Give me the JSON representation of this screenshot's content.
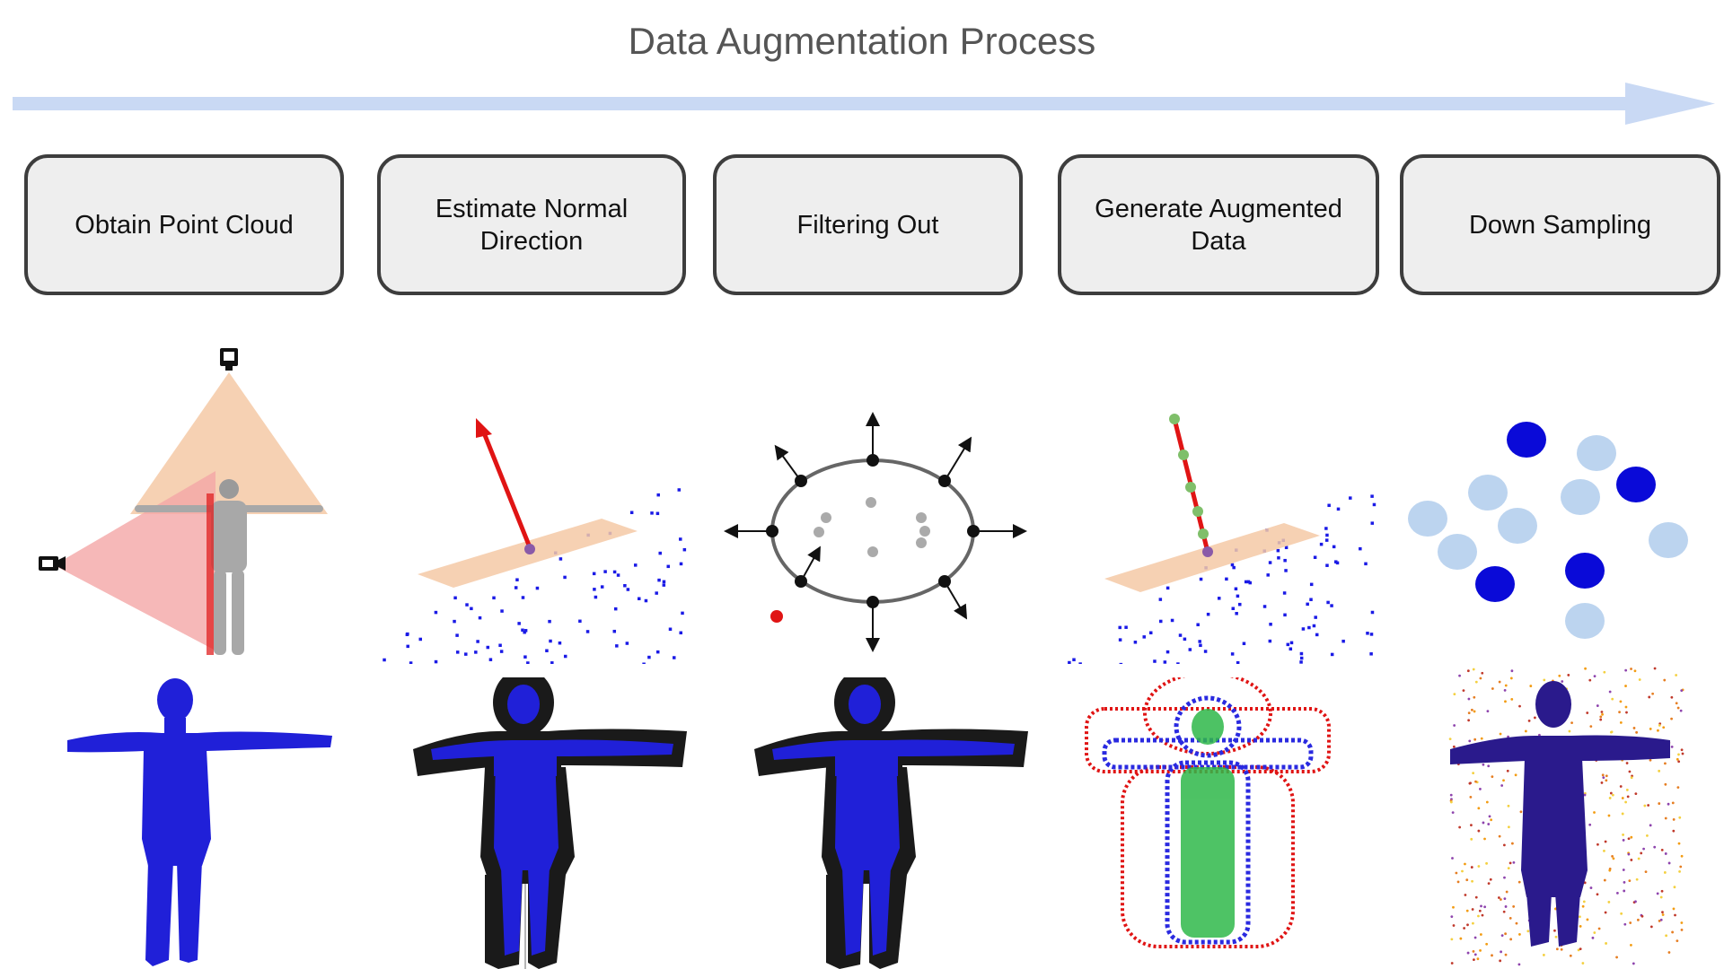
{
  "title": "Data Augmentation Process",
  "colors": {
    "arrow": "#c9d9f4",
    "box_fill": "#eeeeee",
    "box_border": "#3d3d3d",
    "points": "#1a1ae6",
    "normal_arrow": "#e01414",
    "plane": "#f5c9a6"
  },
  "steps": [
    {
      "label": "Obtain Point Cloud"
    },
    {
      "label": "Estimate Normal Direction"
    },
    {
      "label": "Filtering Out"
    },
    {
      "label": "Generate Augmented Data"
    },
    {
      "label": "Down Sampling"
    }
  ],
  "icons": [
    "camera-icon",
    "camera-icon"
  ]
}
